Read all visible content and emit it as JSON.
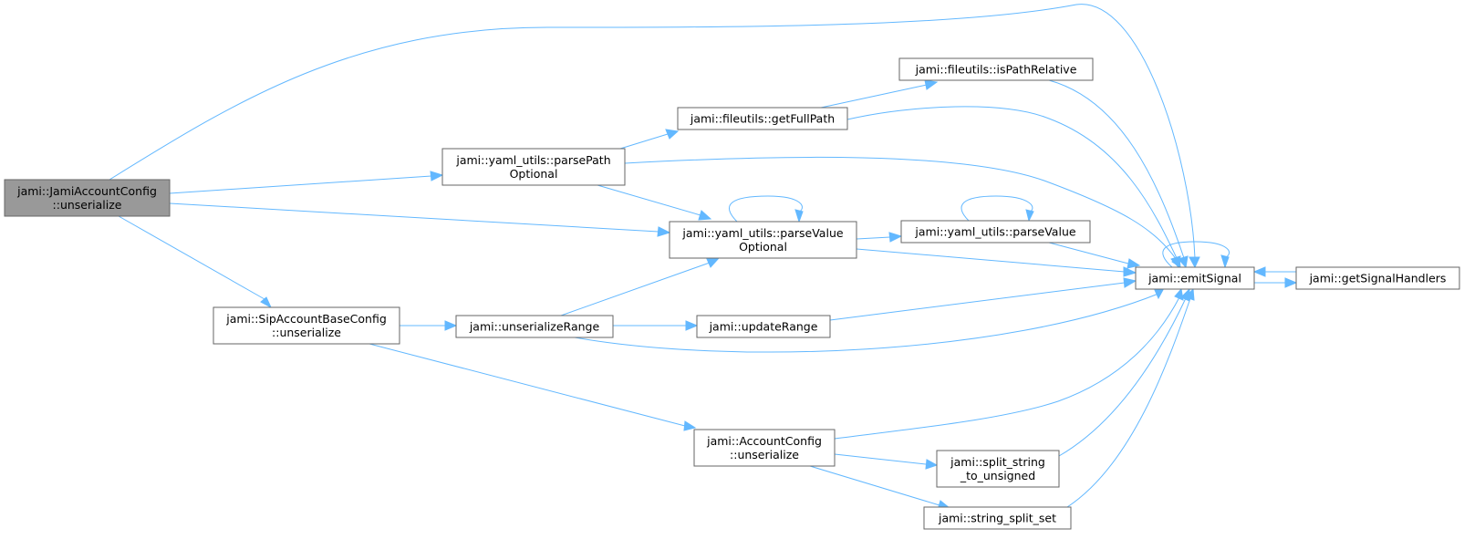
{
  "colors": {
    "edge": "#63b8ff",
    "node_border": "#666666",
    "root_fill": "#999999",
    "node_fill": "#ffffff"
  },
  "nodes": {
    "jami_account_unserialize": {
      "lines": [
        "jami::JamiAccountConfig",
        "::unserialize"
      ]
    },
    "sip_account_unserialize": {
      "lines": [
        "jami::SipAccountBaseConfig",
        "::unserialize"
      ]
    },
    "parse_path_optional": {
      "lines": [
        "jami::yaml_utils::parsePath",
        "Optional"
      ]
    },
    "get_full_path": {
      "lines": [
        "jami::fileutils::getFullPath"
      ]
    },
    "is_path_relative": {
      "lines": [
        "jami::fileutils::isPathRelative"
      ]
    },
    "parse_value_optional": {
      "lines": [
        "jami::yaml_utils::parseValue",
        "Optional"
      ]
    },
    "parse_value": {
      "lines": [
        "jami::yaml_utils::parseValue"
      ]
    },
    "unserialize_range": {
      "lines": [
        "jami::unserializeRange"
      ]
    },
    "update_range": {
      "lines": [
        "jami::updateRange"
      ]
    },
    "emit_signal": {
      "lines": [
        "jami::emitSignal"
      ]
    },
    "get_signal_handlers": {
      "lines": [
        "jami::getSignalHandlers"
      ]
    },
    "account_config_unserialize": {
      "lines": [
        "jami::AccountConfig",
        "::unserialize"
      ]
    },
    "split_string_to_unsigned": {
      "lines": [
        "jami::split_string",
        "_to_unsigned"
      ]
    },
    "string_split_set": {
      "lines": [
        "jami::string_split_set"
      ]
    }
  }
}
